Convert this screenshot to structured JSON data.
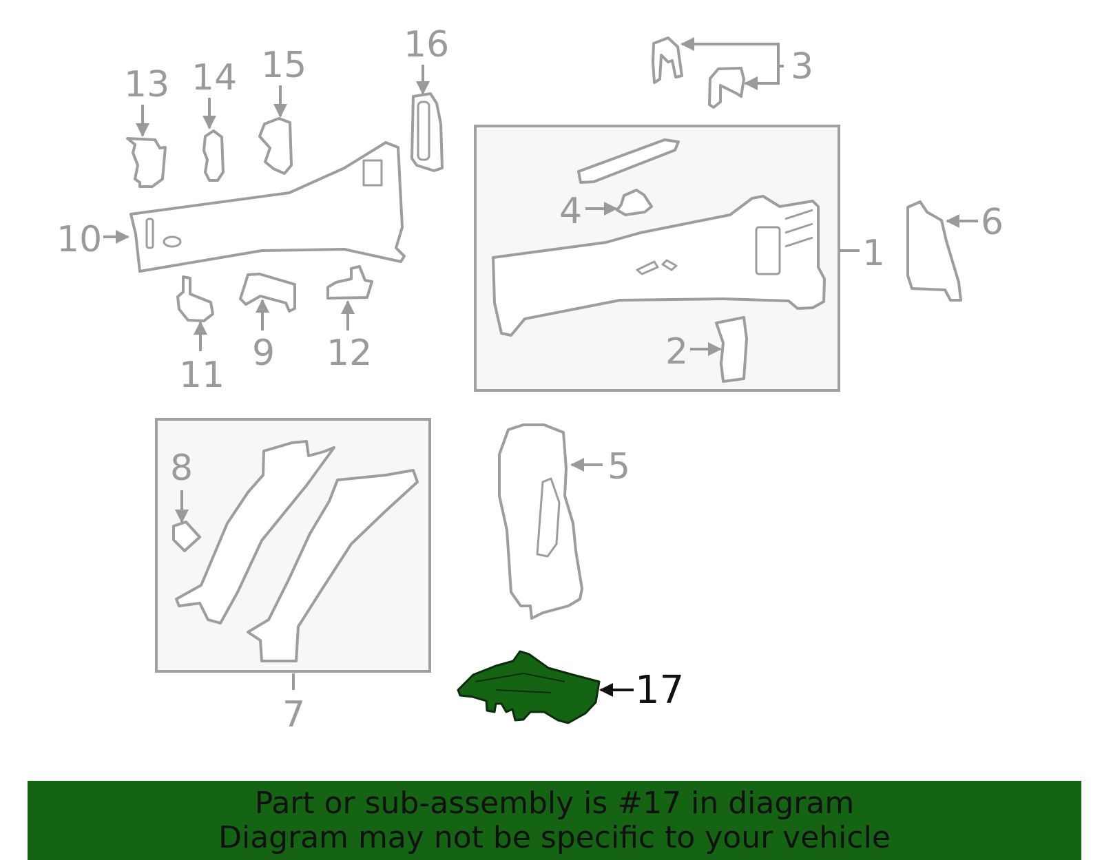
{
  "callouts": {
    "c1": "1",
    "c2": "2",
    "c3": "3",
    "c4": "4",
    "c5": "5",
    "c6": "6",
    "c7": "7",
    "c8": "8",
    "c9": "9",
    "c10": "10",
    "c11": "11",
    "c12": "12",
    "c13": "13",
    "c14": "14",
    "c15": "15",
    "c16": "16",
    "c17": "17"
  },
  "highlight": {
    "callout": "17",
    "color": "#146414"
  },
  "banner": {
    "line1": "Part or sub-assembly is #17 in diagram",
    "line2": "Diagram may not be specific to your vehicle",
    "background": "#146414"
  }
}
